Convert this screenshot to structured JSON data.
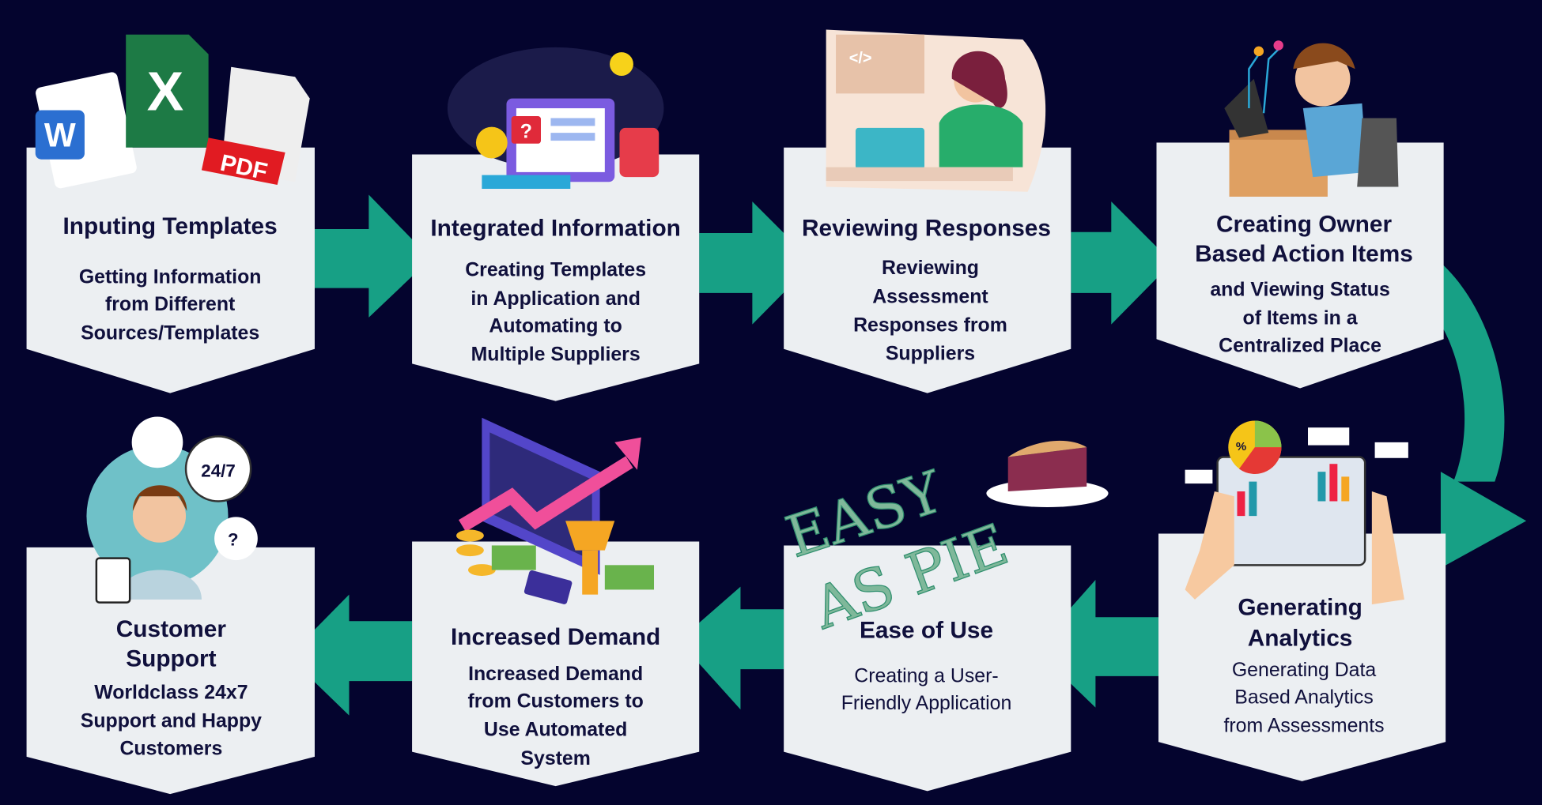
{
  "colors": {
    "background": "#04042e",
    "card": "#eceff2",
    "arrow": "#17a085",
    "text": "#10103c"
  },
  "steps": [
    {
      "title": [
        "Inputing Templates"
      ],
      "desc": [
        "Getting Information",
        "from Different",
        "Sources/Templates"
      ],
      "icon": "office-documents-icon",
      "badges": [
        "W",
        "X",
        "PDF"
      ]
    },
    {
      "title": [
        "Integrated Information"
      ],
      "desc": [
        "Creating Templates",
        "in Application and",
        "Automating to",
        "Multiple Suppliers"
      ],
      "icon": "integration-icon",
      "badges": [
        "?"
      ]
    },
    {
      "title": [
        "Reviewing Responses"
      ],
      "desc": [
        "Reviewing",
        "Assessment",
        "Responses from",
        "Suppliers"
      ],
      "icon": "person-laptop-icon",
      "badges": [
        "</>"
      ]
    },
    {
      "title": [
        "Creating Owner",
        "Based Action Items"
      ],
      "desc": [
        "and Viewing Status",
        "of Items in a",
        "Centralized Place"
      ],
      "icon": "boy-computer-icon"
    },
    {
      "title": [
        "Generating",
        "Analytics"
      ],
      "desc": [
        "Generating Data",
        "Based Analytics",
        "from Assessments"
      ],
      "icon": "analytics-tablet-icon",
      "badges": [
        "%"
      ]
    },
    {
      "title": [
        "Ease of Use"
      ],
      "desc": [
        "Creating a User-",
        "Friendly Application"
      ],
      "icon": "easy-as-pie-icon",
      "art_text": [
        "EASY",
        "AS PIE"
      ]
    },
    {
      "title": [
        "Increased Demand"
      ],
      "desc": [
        "Increased Demand",
        "from Customers to",
        "Use Automated",
        "System"
      ],
      "icon": "growth-chart-icon"
    },
    {
      "title": [
        "Customer",
        "Support"
      ],
      "desc": [
        "Worldclass 24x7",
        "Support and Happy",
        "Customers"
      ],
      "icon": "support-agent-icon",
      "badges": [
        "24/7",
        "?"
      ]
    }
  ]
}
